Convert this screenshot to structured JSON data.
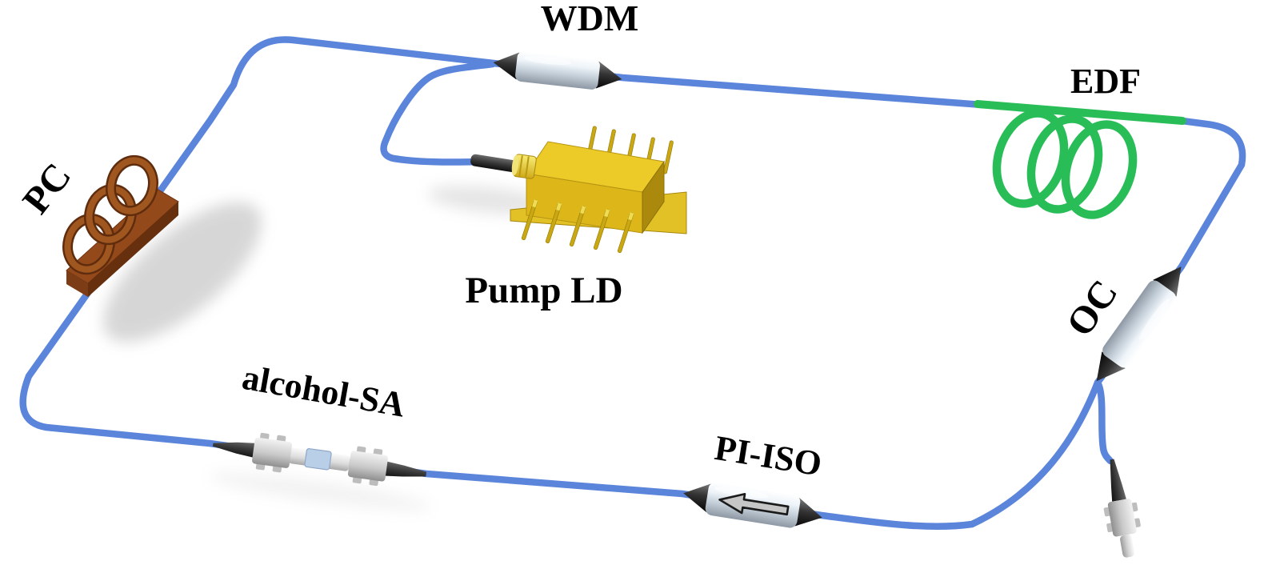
{
  "figure": {
    "kind": "fiber-ring-laser-schematic",
    "background": "#ffffff",
    "labels": {
      "wdm": "WDM",
      "edf": "EDF",
      "pc": "PC",
      "pump_ld": "Pump LD",
      "alcohol_sa": "alcohol-SA",
      "pi_iso": "PI-ISO",
      "oc": "OC"
    },
    "colors": {
      "fiber": "#5b84db",
      "edf_fiber": "#29bd58",
      "label_text": "#000000",
      "component_body": "#d9e2ea",
      "component_cone": "#1b1b1b",
      "pump_package": "#ddb71a",
      "pc_paddles": "#94491b",
      "connector_metal": "#c7c7c7",
      "sa_sleeve": "#b9cfe8"
    },
    "components": [
      {
        "id": "wdm",
        "label_key": "wdm"
      },
      {
        "id": "edf-coil",
        "label_key": "edf"
      },
      {
        "id": "polarization-controller",
        "label_key": "pc"
      },
      {
        "id": "pump-laser-diode",
        "label_key": "pump_ld"
      },
      {
        "id": "alcohol-saturable-absorber",
        "label_key": "alcohol_sa"
      },
      {
        "id": "polarization-independent-isolator",
        "label_key": "pi_iso"
      },
      {
        "id": "output-coupler",
        "label_key": "oc"
      }
    ]
  }
}
